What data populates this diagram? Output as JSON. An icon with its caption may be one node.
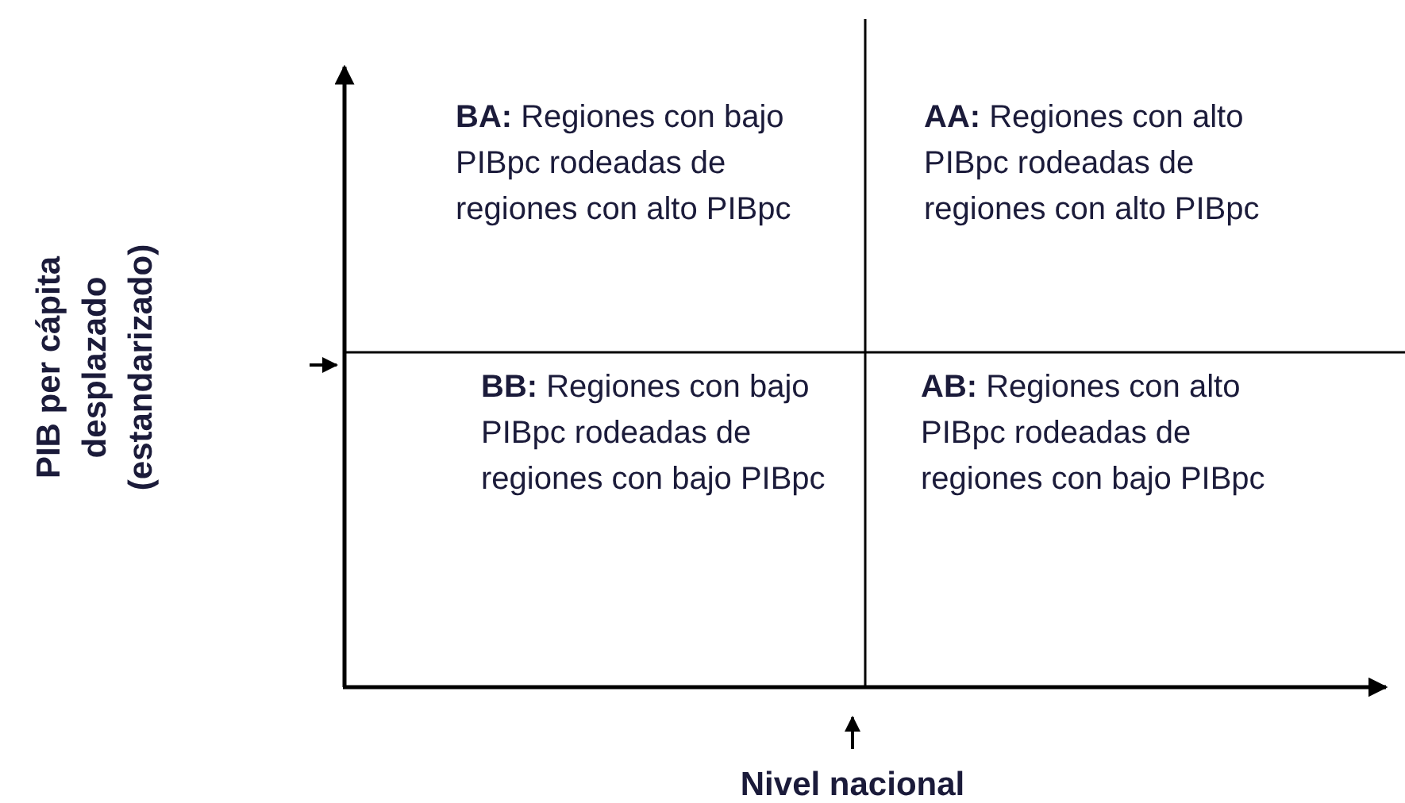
{
  "diagram": {
    "labels": [
      "**BA:** Regiones con bajo PIBpc rodeadas de regiones con alto PIBpc",
      "**AA:** Regiones con alto PIBpc rodeadas de regiones con alto PIBpc",
      "PIB per cápita desplazado (estandarizado)",
      "**BB:** Regiones con bajo PIBpc rodeadas de regiones con bajo PIBpc",
      "**AB:** Regiones con alto PIBpc rodeadas de regiones con bajo PIBpc",
      "Nivel nacional"
    ]
  }
}
